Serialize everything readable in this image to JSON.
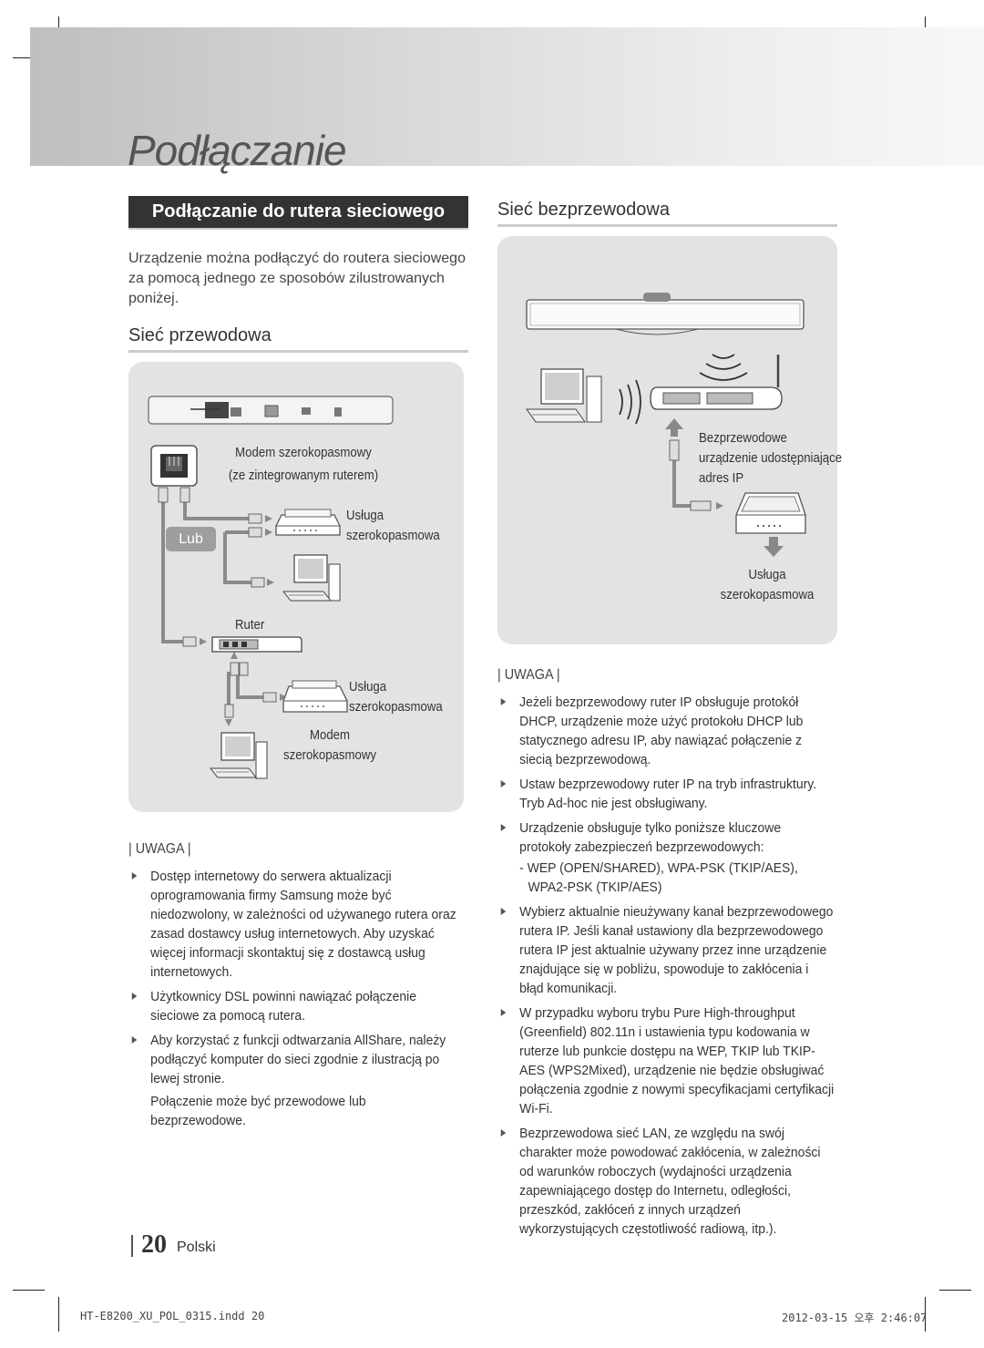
{
  "header": {
    "title": "Podłączanie"
  },
  "section": {
    "heading": "Podłączanie do rutera sieciowego",
    "intro": "Urządzenie można podłączyć do routera sieciowego za pomocą jednego ze sposobów zilustrowanych poniżej."
  },
  "wired": {
    "heading": "Sieć przewodowa",
    "diagram": {
      "modem_label_1": "Modem szerokopasmowy",
      "modem_label_2": "(ze zintegrowanym ruterem)",
      "service_a_1": "Usługa",
      "service_a_2": "szerokopasmowa",
      "or_label": "Lub",
      "router_label": "Ruter",
      "service_b_1": "Usługa",
      "service_b_2": "szerokopasmowa",
      "modem_b_1": "Modem",
      "modem_b_2": "szerokopasmowy"
    },
    "note_title": "UWAGA",
    "notes": [
      "Dostęp internetowy do serwera aktualizacji oprogramowania firmy Samsung może być niedozwolony, w zależności od używanego rutera oraz zasad dostawcy usług internetowych. Aby uzyskać więcej informacji skontaktuj się z dostawcą usług internetowych.",
      "Użytkownicy DSL powinni nawiązać połączenie sieciowe za pomocą rutera.",
      "Aby korzystać z funkcji odtwarzania AllShare, należy podłączyć komputer do sieci zgodnie z ilustracją po lewej stronie."
    ],
    "notes_extra": "Połączenie może być przewodowe lub bezprzewodowe."
  },
  "wireless": {
    "heading": "Sieć bezprzewodowa",
    "diagram": {
      "ap_label_1": "Bezprzewodowe",
      "ap_label_2": "urządzenie udostępniające",
      "ap_label_3": "adres IP",
      "service_1": "Usługa",
      "service_2": "szerokopasmowa"
    },
    "note_title": "UWAGA",
    "notes": [
      "Jeżeli bezprzewodowy ruter IP obsługuje protokół DHCP, urządzenie może użyć protokołu DHCP lub statycznego adresu IP, aby nawiązać połączenie z siecią bezprzewodową.",
      "Ustaw bezprzewodowy ruter IP na tryb infrastruktury. Tryb Ad-hoc nie jest obsługiwany.",
      "Urządzenie obsługuje tylko poniższe kluczowe protokoły zabezpieczeń bezprzewodowych:",
      "Wybierz aktualnie nieużywany kanał bezprzewodowego rutera IP. Jeśli kanał ustawiony dla bezprzewodowego rutera IP jest aktualnie używany przez inne urządzenie znajdujące się w pobliżu, spowoduje to zakłócenia i błąd komunikacji.",
      "W przypadku wyboru trybu Pure High-throughput (Greenfield) 802.11n i ustawienia typu kodowania w ruterze lub punkcie dostępu na WEP, TKIP lub TKIP-AES (WPS2Mixed), urządzenie nie będzie obsługiwać połączenia zgodnie z nowymi specyfikacjami certyfikacji Wi-Fi.",
      "Bezprzewodowa sieć LAN, ze względu na swój charakter może powodować zakłócenia, w zależności od warunków roboczych (wydajności urządzenia zapewniającego dostęp do Internetu, odległości, przeszkód, zakłóceń z innych urządzeń wykorzystujących częstotliwość radiową, itp.)."
    ],
    "protocols": "- WEP (OPEN/SHARED), WPA-PSK (TKIP/AES), WPA2-PSK (TKIP/AES)"
  },
  "footer": {
    "page_number": "20",
    "language": "Polski",
    "file": "HT-E8200_XU_POL_0315.indd   20",
    "timestamp": "2012-03-15   오후 2:46:07"
  }
}
